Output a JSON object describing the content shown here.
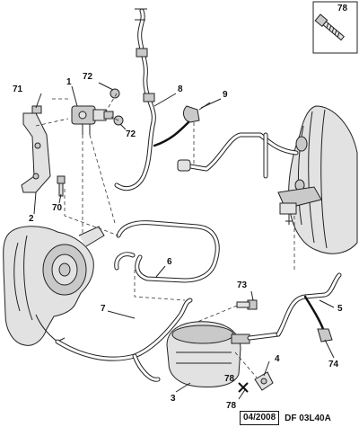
{
  "diagram": {
    "callouts": [
      "1",
      "2",
      "3",
      "4",
      "5",
      "6",
      "7",
      "8",
      "9",
      "70",
      "71",
      "72",
      "72",
      "73",
      "74",
      "78",
      "78"
    ],
    "inset_label": "78",
    "date": "04/2008",
    "reference": "DF 03L40A"
  }
}
